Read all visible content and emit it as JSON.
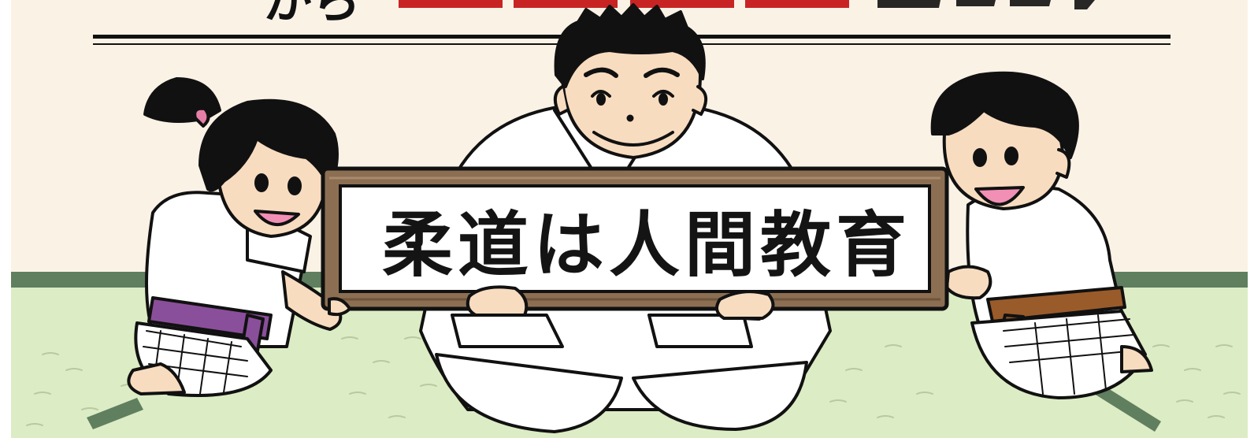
{
  "title_fragment": "から",
  "sign_text": "柔道は人間教育",
  "colors": {
    "wall": "#fbf2e6",
    "tatami": "#dcecc4",
    "tatami_edge": "#5f7f5f",
    "title_red": "#c82424",
    "frame_wood": "#8c6f53",
    "purple_belt": "#8a4f9a",
    "brown_belt": "#9a5b2a",
    "pink_tie": "#e67fa8",
    "skin": "#f8dcc0",
    "mouth": "#f28fb4"
  },
  "characters": [
    "girl-judoka-purple-belt",
    "sensei-judoka",
    "boy-judoka-brown-belt"
  ]
}
